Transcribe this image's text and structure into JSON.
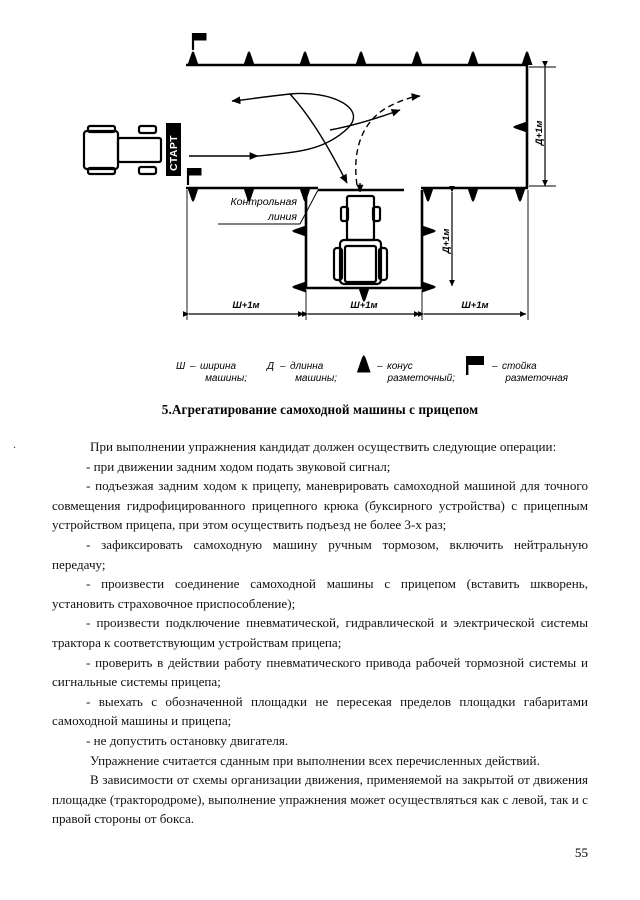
{
  "document": {
    "page_number": "55",
    "heading": "5.Агрегатирование самоходной машины с прицепом",
    "paragraphs": [
      "При выполнении упражнения кандидат должен осуществить следующие операции:",
      "- при движении задним ходом подать звуковой сигнал;",
      "- подъезжая задним ходом к прицепу, маневрировать самоходной машиной для точного совмещения гидрофицированного прицепного крюка (буксирного устройства) с прицепным устройством прицепа, при этом осуществить подъезд не более 3-х раз;",
      "- зафиксировать самоходную машину ручным тормозом, включить нейтральную передачу;",
      "- произвести соединение самоходной машины с прицепом (вставить шкворень, установить страховочное приспособление);",
      "- произвести подключение пневматической, гидравлической и электрической системы трактора к соответствующим устройствам прицепа;",
      "- проверить в действии работу пневматического привода рабочей тормозной системы и сигнальные системы прицепа;",
      "- выехать с обозначенной площадки не пересекая пределов площадки габаритами самоходной машины и прицепа;",
      "- не допустить остановку двигателя.",
      "Упражнение считается сданным при выполнении всех перечисленных действий.",
      "В зависимости от схемы организации движения, применяемой на закрытой от движения площадке (трактородроме), выполнение упражнения может осуществляться как с левой, так и с правой стороны от бокса."
    ]
  },
  "diagram": {
    "start_label": "СТАРТ",
    "control_line_label_line1": "Контрольная",
    "control_line_label_line2": "линия",
    "vertical_dim_right": "Д+1м",
    "vertical_dim_inner": "Д+1м",
    "horizontal_dims": [
      "Ш+1м",
      "Ш+1м",
      "Ш+1м"
    ],
    "legend": [
      {
        "symbol": "Ш",
        "dash": "–",
        "line1": "ширина",
        "line2": "машины;"
      },
      {
        "symbol": "Д",
        "dash": "–",
        "line1": "длинна",
        "line2": "машины;"
      },
      {
        "symbol": "cone-icon",
        "dash": "–",
        "line1": "конус",
        "line2": "разметочный;"
      },
      {
        "symbol": "post-flag-icon",
        "dash": "–",
        "line1": "стойка",
        "line2": "разметочная"
      }
    ],
    "colors": {
      "ink": "#000000",
      "paper": "#ffffff"
    }
  }
}
